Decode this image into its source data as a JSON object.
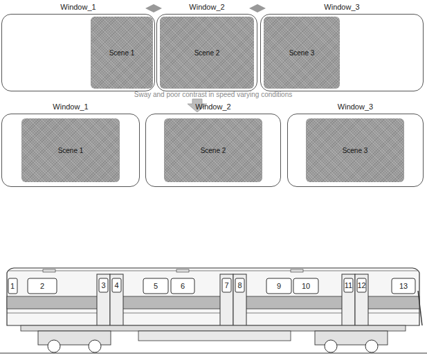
{
  "diagram": {
    "nodes": [
      {
        "text": [
          "Window_1"
        ]
      },
      {
        "text": [
          "Scene 1"
        ],
        "in": 0
      },
      {
        "text": [
          "Window_2"
        ]
      },
      {
        "text": [
          "Scene 2"
        ],
        "in": 2
      },
      {
        "text": [
          "Window_3"
        ]
      },
      {
        "text": [
          "Scene 3"
        ],
        "in": 4
      },
      {
        "text": [
          "Window_1"
        ]
      },
      {
        "text": [
          "Scene 1"
        ],
        "in": 6
      },
      {
        "text": [
          "Window_2"
        ]
      },
      {
        "text": [
          "Scene 2"
        ],
        "in": 8
      },
      {
        "text": [
          "Window_3"
        ]
      },
      {
        "text": [
          "Scene 3"
        ],
        "in": 10
      }
    ],
    "labels": [
      "Sway and poor contrast in speed varying conditions",
      "1",
      "2",
      "3",
      "4",
      "5",
      "6",
      "7",
      "8",
      "9",
      "10",
      "11",
      "12",
      "13"
    ]
  }
}
